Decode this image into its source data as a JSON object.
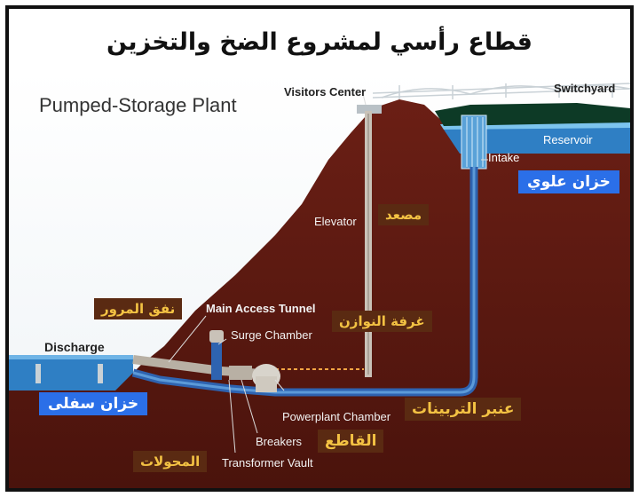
{
  "title": "قطاع رأسي لمشروع الضخ والتخزين",
  "plant_title": "Pumped-Storage Plant",
  "labels_en": {
    "visitors_center": "Visitors Center",
    "switchyard": "Switchyard",
    "reservoir": "Reservoir",
    "intake": "Intake",
    "elevator": "Elevator",
    "main_access_tunnel": "Main Access Tunnel",
    "surge_chamber": "Surge Chamber",
    "discharge": "Discharge",
    "powerplant_chamber": "Powerplant Chamber",
    "breakers": "Breakers",
    "transformer_vault": "Transformer Vault"
  },
  "labels_ar": {
    "upper_reservoir": "خزان علوي",
    "elevator": "مصعد",
    "access_tunnel": "نفق المرور",
    "surge_chamber": "غرفة النوازن",
    "lower_reservoir": "خزان سفلى",
    "turbine_passage": "عنبر التربينات",
    "breaker": "القاطع",
    "transformers": "المحولات"
  },
  "colors": {
    "rock": "#5b1a12",
    "rock_dark": "#3e0f0a",
    "water": "#2f7fc4",
    "water_light": "#4aa3e0",
    "tunnel": "#2e63b0",
    "gold": "#f3c243",
    "label_bg": "#5a2a12",
    "blue_label": "#2b6fe8"
  }
}
